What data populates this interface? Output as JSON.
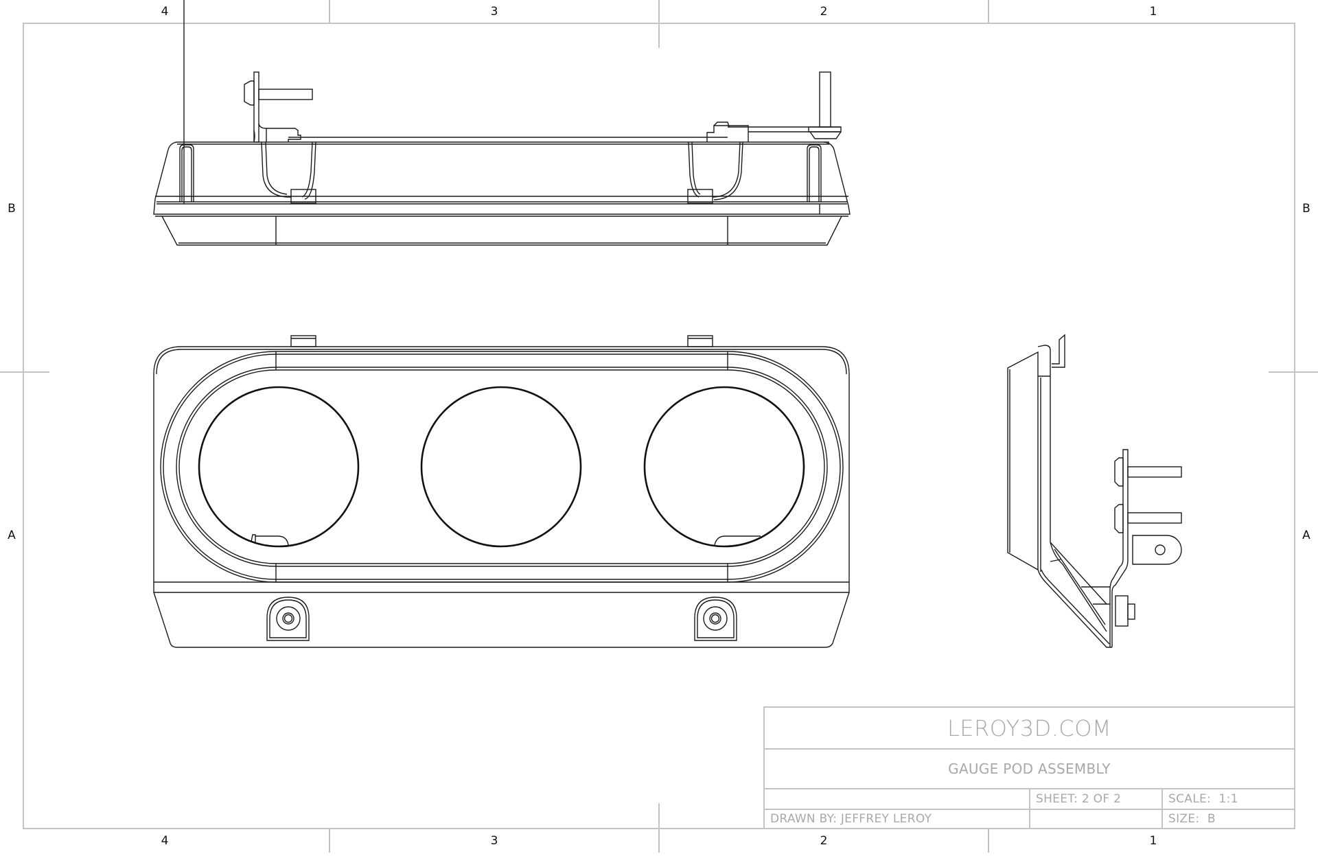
{
  "drawing": {
    "title_block": {
      "company": "LEROY3D.COM",
      "title": "GAUGE POD ASSEMBLY",
      "sheet_label": "SHEET:",
      "sheet_value": "2 OF 2",
      "scale_label": "SCALE:",
      "scale_value": "1:1",
      "drawn_by_label": "DRAWN BY:",
      "drawn_by_value": "JEFFREY LEROY",
      "size_label": "SIZE:",
      "size_value": "B"
    },
    "zones": {
      "columns": [
        "4",
        "3",
        "2",
        "1"
      ],
      "rows": [
        "B",
        "A"
      ]
    },
    "views": [
      {
        "name": "top-view",
        "description": "Top view of gauge pod with two mounting brackets and bolts"
      },
      {
        "name": "front-view",
        "description": "Front view with three gauge openings and two mounting bosses"
      },
      {
        "name": "side-view",
        "description": "Right side view showing bezel profile and mounting bracket"
      }
    ],
    "colors": {
      "line": "#1a1a1a",
      "frame": "#c4c4c4",
      "title_text": "#a8a8a8",
      "zone_text": "#111111"
    }
  }
}
